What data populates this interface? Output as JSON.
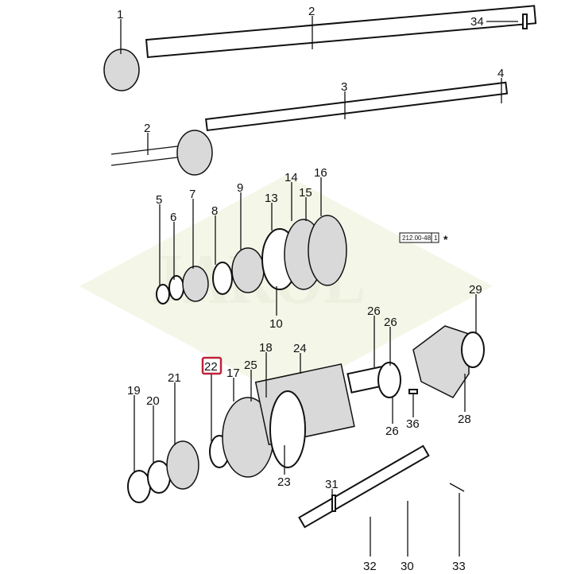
{
  "diagram": {
    "reference_code": "212.00-48",
    "reference_sheet": "1",
    "reference_mark": "*",
    "watermark": "JAROL",
    "highlighted_part": "22",
    "parts": [
      "1",
      "2",
      "34",
      "4",
      "3",
      "2",
      "5",
      "6",
      "7",
      "8",
      "9",
      "13",
      "14",
      "15",
      "16",
      "10",
      "26",
      "26",
      "29",
      "18",
      "24",
      "22",
      "17",
      "25",
      "19",
      "21",
      "20",
      "28",
      "36",
      "26",
      "23",
      "31",
      "32",
      "30",
      "33"
    ]
  }
}
